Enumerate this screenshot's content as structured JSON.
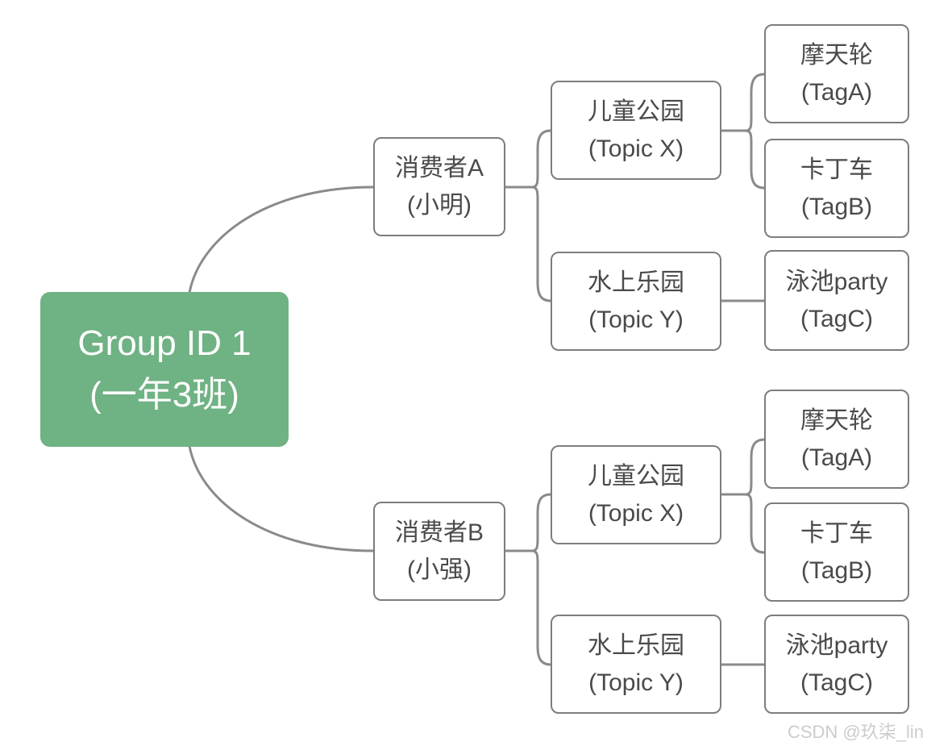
{
  "diagram": {
    "root": {
      "title": "Group ID 1",
      "subtitle": "(一年3班)",
      "fill_color": "#6fb283",
      "text_color": "#ffffff"
    },
    "nodes": [
      {
        "id": "consumer-a",
        "title": "消费者A",
        "subtitle": "(小明)"
      },
      {
        "id": "consumer-b",
        "title": "消费者B",
        "subtitle": "(小强)"
      },
      {
        "id": "topic-x-a",
        "title": "儿童公园",
        "subtitle": "(Topic X)"
      },
      {
        "id": "topic-y-a",
        "title": "水上乐园",
        "subtitle": "(Topic Y)"
      },
      {
        "id": "topic-x-b",
        "title": "儿童公园",
        "subtitle": "(Topic X)"
      },
      {
        "id": "topic-y-b",
        "title": "水上乐园",
        "subtitle": "(Topic Y)"
      },
      {
        "id": "tag-a-a",
        "title": "摩天轮",
        "subtitle": "(TagA)"
      },
      {
        "id": "tag-b-a",
        "title": "卡丁车",
        "subtitle": "(TagB)"
      },
      {
        "id": "tag-c-a",
        "title": "泳池party",
        "subtitle": "(TagC)"
      },
      {
        "id": "tag-a-b",
        "title": "摩天轮",
        "subtitle": "(TagA)"
      },
      {
        "id": "tag-b-b",
        "title": "卡丁车",
        "subtitle": "(TagB)"
      },
      {
        "id": "tag-c-b",
        "title": "泳池party",
        "subtitle": "(TagC)"
      }
    ],
    "colors": {
      "node_border": "#7d7d7d",
      "connector": "#8a8a8a",
      "node_text": "#4a4a4a",
      "watermark_text": "#cccccc"
    },
    "watermark": "CSDN @玖柒_lin"
  }
}
